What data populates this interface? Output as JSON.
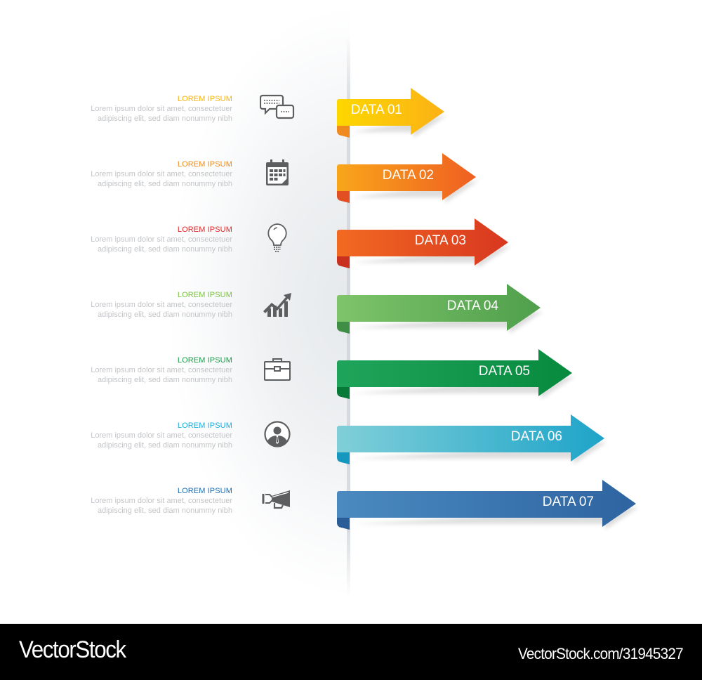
{
  "rows": [
    {
      "title": "LOREM IPSUM",
      "title_color": "#f6b312",
      "desc_line1": "Lorem ipsum dolor sit amet, consectetuer",
      "desc_line2": "adipiscing elit, sed diam nonummy nibh",
      "icon": "chat-bubbles-icon",
      "label": "DATA 01",
      "color_start": "#fdd700",
      "color_end": "#fbb116",
      "fold_color": "#ef8a1e"
    },
    {
      "title": "LOREM IPSUM",
      "title_color": "#f08a1c",
      "desc_line1": "Lorem ipsum dolor sit amet, consectetuer",
      "desc_line2": "adipiscing elit, sed diam nonummy nibh",
      "icon": "calendar-icon",
      "label": "DATA 02",
      "color_start": "#f9a61a",
      "color_end": "#ef5f22",
      "fold_color": "#e24f22"
    },
    {
      "title": "LOREM IPSUM",
      "title_color": "#e22a2a",
      "desc_line1": "Lorem ipsum dolor sit amet, consectetuer",
      "desc_line2": "adipiscing elit, sed diam nonummy nibh",
      "icon": "lightbulb-icon",
      "label": "DATA 03",
      "color_start": "#f26a22",
      "color_end": "#d8371f",
      "fold_color": "#c9301d"
    },
    {
      "title": "LOREM IPSUM",
      "title_color": "#7dc242",
      "desc_line1": "Lorem ipsum dolor sit amet, consectetuer",
      "desc_line2": "adipiscing elit, sed diam nonummy nibh",
      "icon": "growth-chart-icon",
      "label": "DATA 04",
      "color_start": "#7ec46a",
      "color_end": "#4f9f4c",
      "fold_color": "#3e8e45"
    },
    {
      "title": "LOREM IPSUM",
      "title_color": "#1a9c4a",
      "desc_line1": "Lorem ipsum dolor sit amet, consectetuer",
      "desc_line2": "adipiscing elit, sed diam nonummy nibh",
      "icon": "briefcase-icon",
      "label": "DATA 05",
      "color_start": "#1fa55b",
      "color_end": "#078a3e",
      "fold_color": "#067a36"
    },
    {
      "title": "LOREM IPSUM",
      "title_color": "#1aaee0",
      "desc_line1": "Lorem ipsum dolor sit amet, consectetuer",
      "desc_line2": "adipiscing elit, sed diam nonummy nibh",
      "icon": "businessman-icon",
      "label": "DATA 06",
      "color_start": "#80cfd8",
      "color_end": "#1ea4c9",
      "fold_color": "#1697c0"
    },
    {
      "title": "LOREM IPSUM",
      "title_color": "#1c6db3",
      "desc_line1": "Lorem ipsum dolor sit amet, consectetuer",
      "desc_line2": "adipiscing elit, sed diam nonummy nibh",
      "icon": "megaphone-icon",
      "label": "DATA 07",
      "color_start": "#4a8ac0",
      "color_end": "#2e64a1",
      "fold_color": "#2a5c98"
    }
  ],
  "footer": {
    "brand": "VectorStock",
    "reference": "VectorStock.com/31945327"
  }
}
